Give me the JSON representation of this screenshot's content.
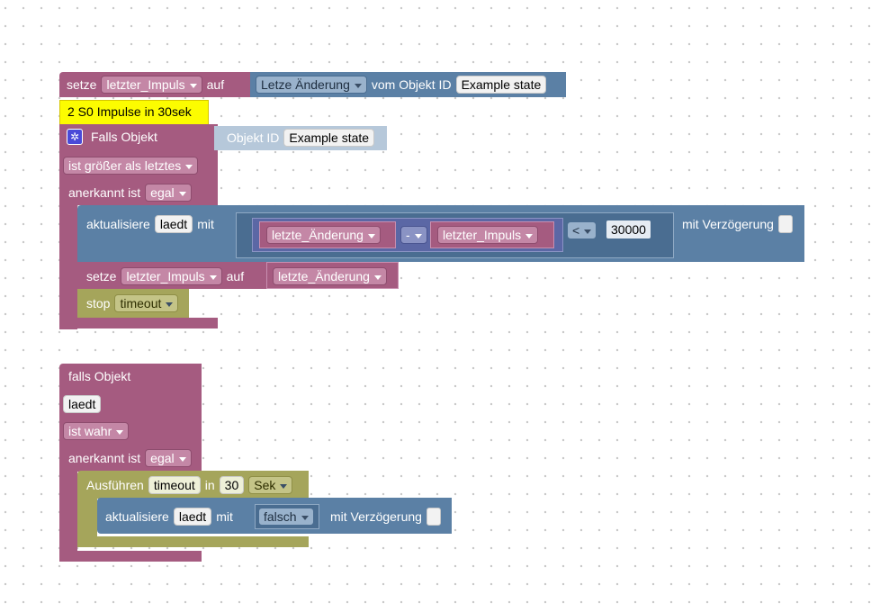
{
  "block1": {
    "setze": "setze",
    "var_letzter": "letzter_Impuls",
    "auf": "auf",
    "letze_aenderung": "Letze Änderung",
    "vom_objekt_id": "vom Objekt ID",
    "example_state": "Example state"
  },
  "comment": "2 S0 Impulse in 30sek",
  "block2": {
    "falls_objekt": "Falls Objekt",
    "objekt_id_label": "Objekt ID",
    "example_state": "Example state",
    "condition": "ist größer als letztes",
    "anerkannt_ist": "anerkannt ist",
    "egal": "egal",
    "aktualisiere": "aktualisiere",
    "laedt": "laedt",
    "mit": "mit",
    "letzte_aenderung": "letzte_Änderung",
    "minus": "-",
    "letzter_impuls": "letzter_Impuls",
    "lt": "<",
    "number": "30000",
    "mit_verzoegerung": "mit Verzögerung",
    "setze": "setze",
    "auf": "auf",
    "stop": "stop",
    "timeout": "timeout"
  },
  "block3": {
    "falls_objekt": "falls Objekt",
    "laedt": "laedt",
    "ist_wahr": "ist wahr",
    "anerkannt_ist": "anerkannt ist",
    "egal": "egal",
    "ausfuehren": "Ausführen",
    "timeout": "timeout",
    "in": "in",
    "seconds": "30",
    "unit": "Sek",
    "aktualisiere": "aktualisiere",
    "mit": "mit",
    "falsch": "falsch",
    "mit_verzoegerung": "mit Verzögerung"
  },
  "colors": {
    "logic_pink": "#a55b80",
    "object_blue": "#5b80a5",
    "timer_olive": "#a5a55b",
    "comment_yellow": "#fcfc00"
  }
}
